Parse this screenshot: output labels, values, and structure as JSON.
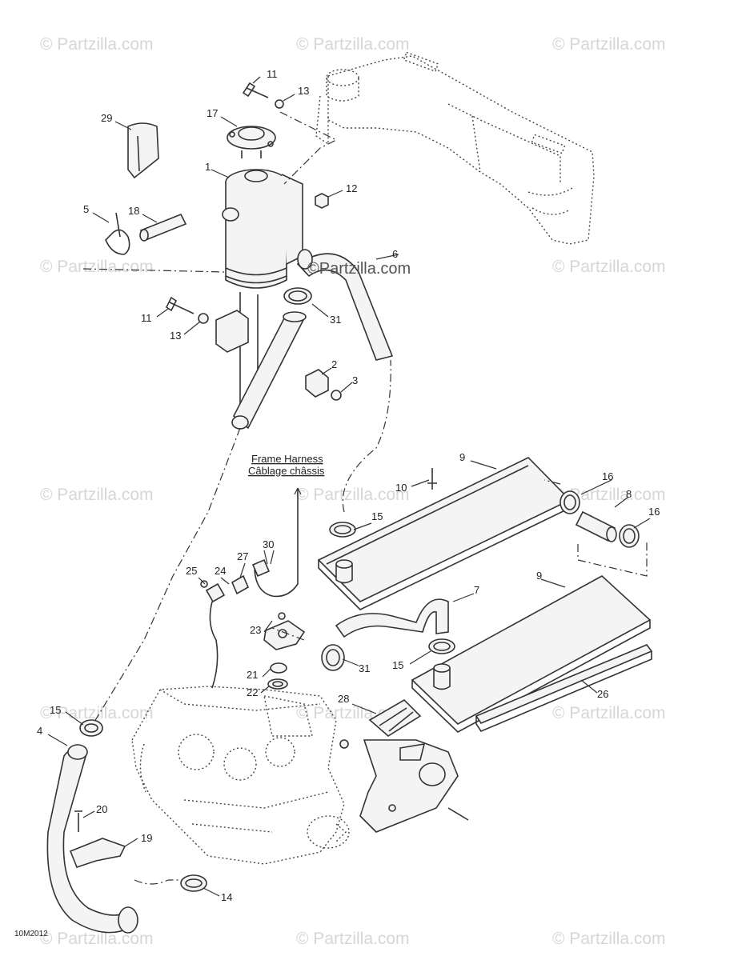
{
  "watermark": "© Partzilla.com",
  "center_watermark": "©Partzilla.com",
  "frame_harness": {
    "line1": "Frame Harness",
    "line2": "Câblage châssis"
  },
  "diagram_code": "10M2012",
  "callouts": {
    "c1": "1",
    "c2": "2",
    "c3": "3",
    "c4": "4",
    "c5": "5",
    "c6": "6",
    "c7": "7",
    "c8": "8",
    "c9a": "9",
    "c9b": "9",
    "c10": "10",
    "c11a": "11",
    "c11b": "11",
    "c12": "12",
    "c13a": "13",
    "c13b": "13",
    "c14": "14",
    "c15a": "15",
    "c15b": "15",
    "c15c": "15",
    "c16a": "16",
    "c16b": "16",
    "c17": "17",
    "c18": "18",
    "c19": "19",
    "c20": "20",
    "c21": "21",
    "c22": "22",
    "c23": "23",
    "c24": "24",
    "c25": "25",
    "c26": "26",
    "c27": "27",
    "c28": "28",
    "c29": "29",
    "c30": "30",
    "c31a": "31",
    "c31b": "31"
  }
}
